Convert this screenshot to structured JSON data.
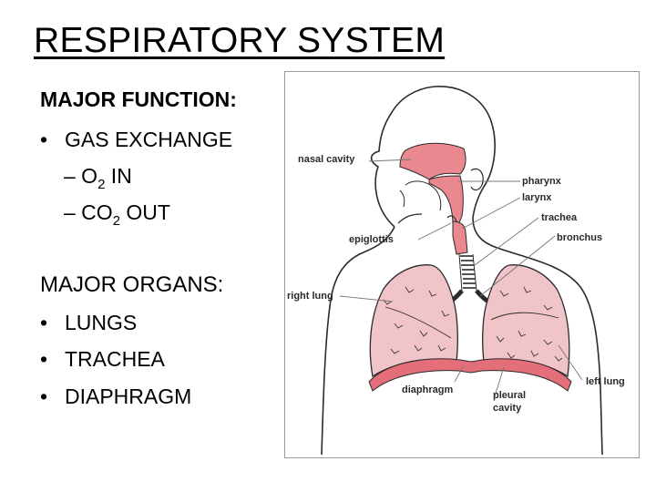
{
  "slide": {
    "title": "RESPIRATORY SYSTEM",
    "function_heading": "MAJOR FUNCTION:",
    "function_bullet": "GAS EXCHANGE",
    "o2": {
      "dash": "– O",
      "sub": "2",
      "rest": " IN"
    },
    "co2": {
      "dash": "– CO",
      "sub": "2",
      "rest": " OUT"
    },
    "organs_heading": "MAJOR ORGANS:",
    "organs": [
      "LUNGS",
      "TRACHEA",
      "DIAPHRAGM"
    ],
    "bullet_char": "•"
  },
  "diagram": {
    "labels": {
      "nasal_cavity": "nasal cavity",
      "pharynx": "pharynx",
      "larynx": "larynx",
      "trachea": "trachea",
      "bronchus": "bronchus",
      "epiglottis": "epiglottis",
      "right_lung": "right lung",
      "left_lung": "left lung",
      "diaphragm": "diaphragm",
      "pleural_cavity_1": "pleural",
      "pleural_cavity_2": "cavity"
    },
    "colors": {
      "airway": "#e9898f",
      "lung": "#f0c4c9",
      "diaphragm": "#e46e7a",
      "outline": "#2a2a2a",
      "leader": "#777777"
    }
  }
}
